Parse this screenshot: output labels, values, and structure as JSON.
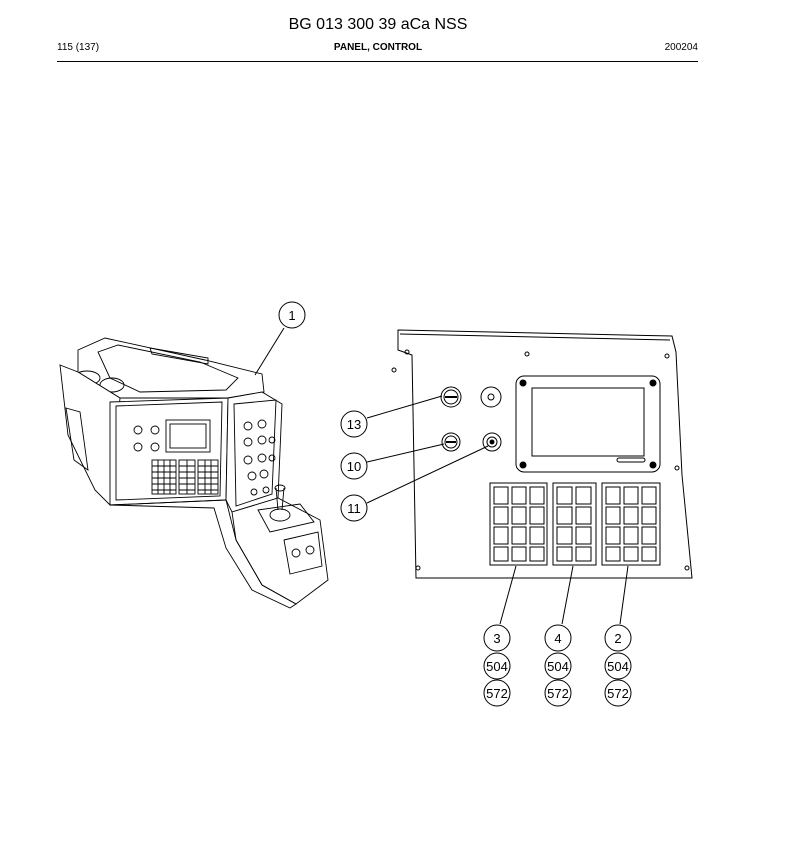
{
  "header": {
    "doc_number": "BG 013 300 39 aCa NSS",
    "page": "115 (137)",
    "section_title": "PANEL, CONTROL",
    "date_code": "200204"
  },
  "callouts": {
    "c1": "1",
    "c13": "13",
    "c10": "10",
    "c11": "11",
    "c3": "3",
    "c4": "4",
    "c2": "2",
    "c3_a": "504",
    "c3_b": "572",
    "c4_a": "504",
    "c4_b": "572",
    "c2_a": "504",
    "c2_b": "572"
  }
}
